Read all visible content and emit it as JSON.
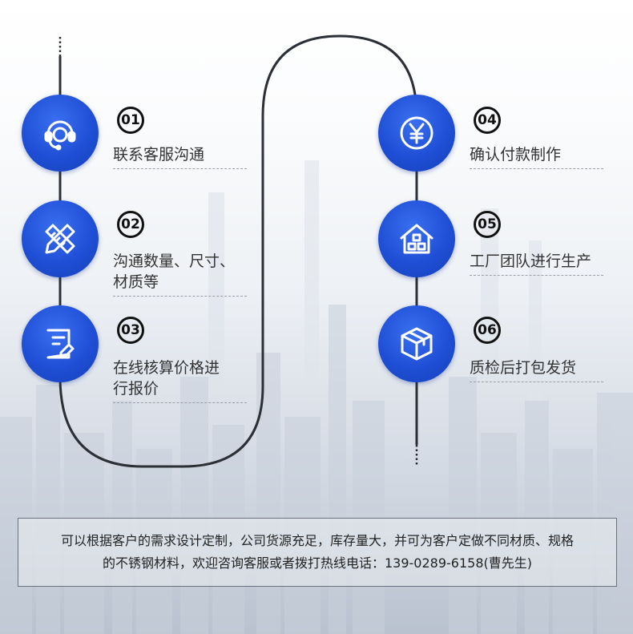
{
  "steps": [
    {
      "num": "01",
      "label": "联系客服沟通",
      "icon": "headset-icon"
    },
    {
      "num": "02",
      "label": "沟通数量、尺寸、\n材质等",
      "icon": "ruler-pencil-icon"
    },
    {
      "num": "03",
      "label": "在线核算价格进\n行报价",
      "icon": "quote-form-icon"
    },
    {
      "num": "04",
      "label": "确认付款制作",
      "icon": "yen-coin-icon"
    },
    {
      "num": "05",
      "label": "工厂团队进行生产",
      "icon": "factory-house-icon"
    },
    {
      "num": "06",
      "label": "质检后打包发货",
      "icon": "package-box-icon"
    }
  ],
  "note": {
    "line1": "可以根据客户的需求设计定制，公司货源充足，库存量大，并可为客户定做不同材质、规格",
    "line2": "的不锈钢材料，欢迎咨询客服或者拨打热线电话：139-0289-6158(曹先生)"
  },
  "colors": {
    "accent": "#1f4fd6",
    "line": "#2b2f36"
  }
}
